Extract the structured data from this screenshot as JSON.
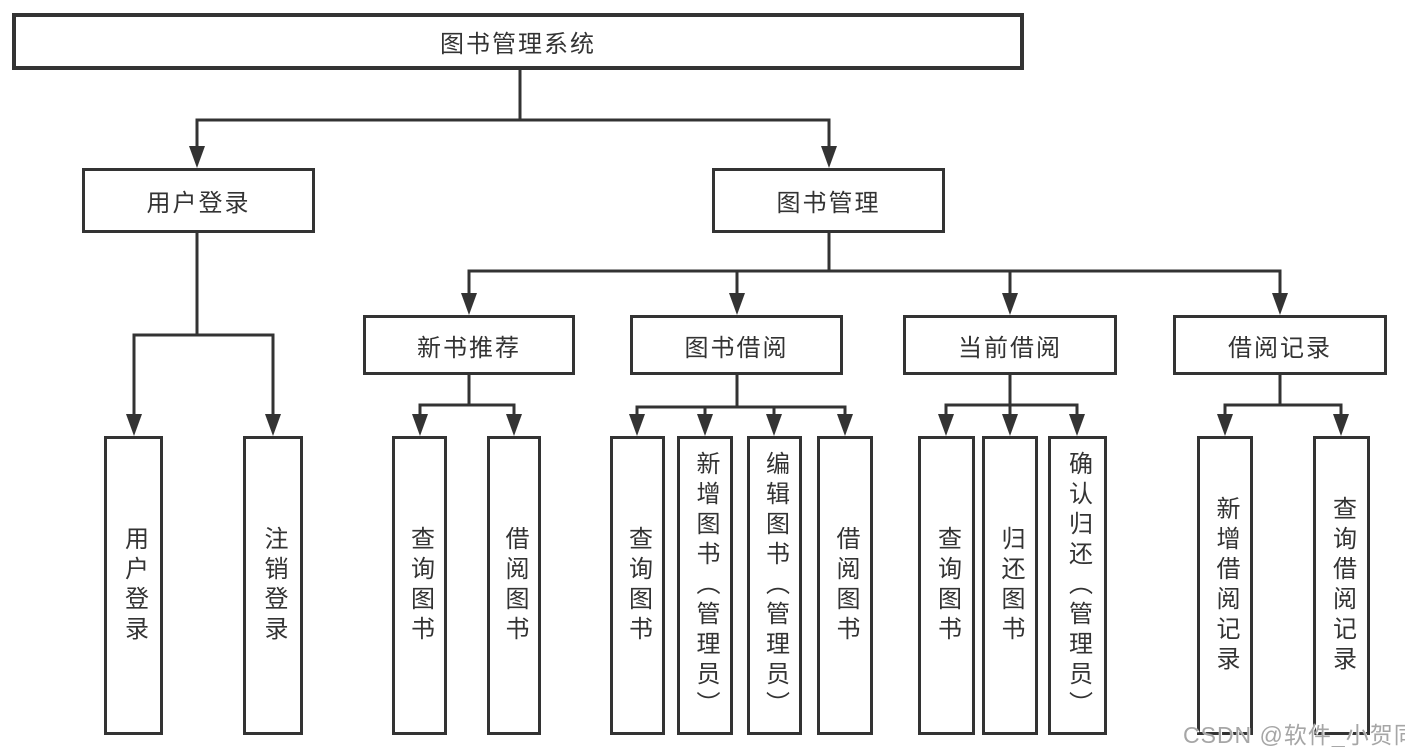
{
  "colors": {
    "line": "#333333",
    "box_border": "#333333",
    "text": "#333333",
    "background": "#ffffff",
    "watermark": "#a6a6a6"
  },
  "watermark": {
    "text": "CSDN @软件_小贺同学"
  },
  "tree": {
    "label": "图书管理系统",
    "children": [
      {
        "label": "用户登录",
        "children": [
          {
            "label": "用户登录"
          },
          {
            "label": "注销登录"
          }
        ]
      },
      {
        "label": "图书管理",
        "children": [
          {
            "label": "新书推荐",
            "children": [
              {
                "label": "查询图书"
              },
              {
                "label": "借阅图书"
              }
            ]
          },
          {
            "label": "图书借阅",
            "children": [
              {
                "label": "查询图书"
              },
              {
                "label": "新增图书（管理员）"
              },
              {
                "label": "编辑图书（管理员）"
              },
              {
                "label": "借阅图书"
              }
            ]
          },
          {
            "label": "当前借阅",
            "children": [
              {
                "label": "查询图书"
              },
              {
                "label": "归还图书"
              },
              {
                "label": "确认归还（管理员）"
              }
            ]
          },
          {
            "label": "借阅记录",
            "children": [
              {
                "label": "新增借阅记录"
              },
              {
                "label": "查询借阅记录"
              }
            ]
          }
        ]
      }
    ]
  }
}
